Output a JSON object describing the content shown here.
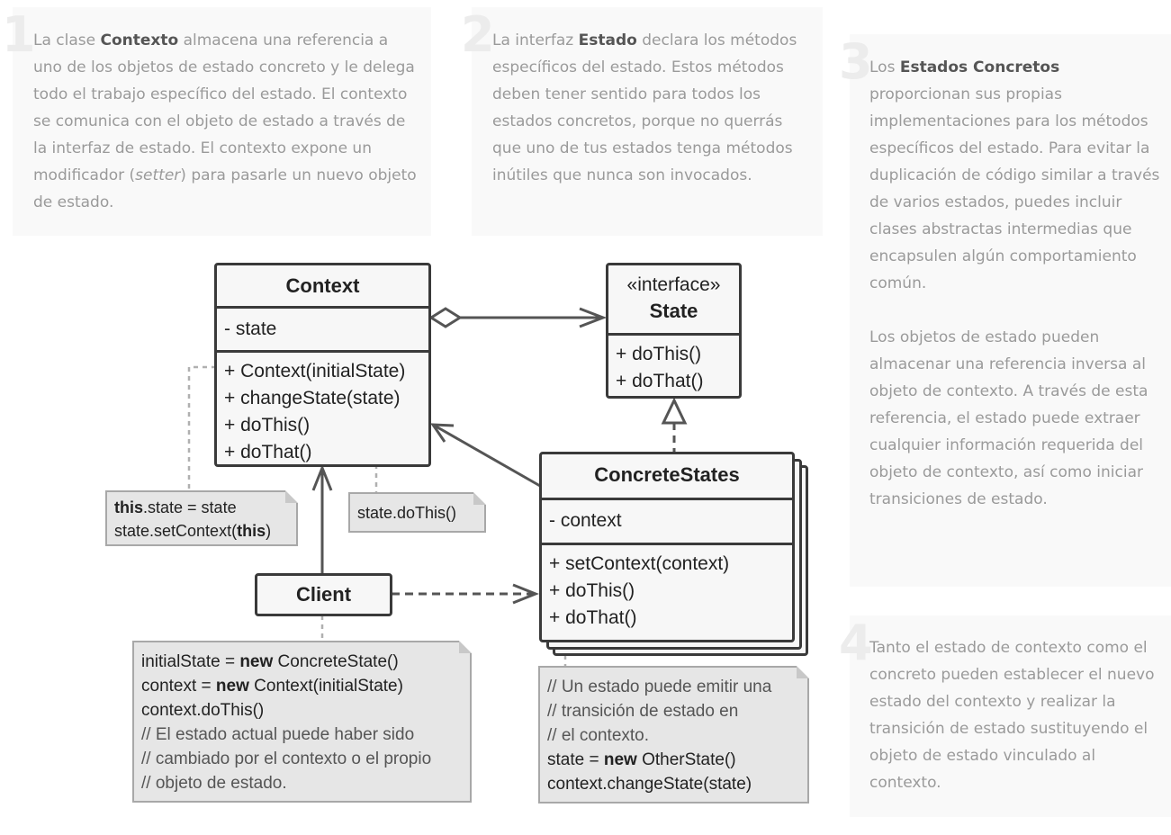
{
  "notes": {
    "n1": {
      "number": "1",
      "segments": [
        {
          "t": "La clase ",
          "s": "n"
        },
        {
          "t": "Contexto",
          "s": "b"
        },
        {
          "t": " almacena una referencia a uno de los objetos de estado concreto y le delega todo el trabajo específico del estado. El contexto se comunica con el objeto de estado a través de la interfaz de estado. El contexto expone un modificador (",
          "s": "n"
        },
        {
          "t": "setter",
          "s": "i"
        },
        {
          "t": ") para pasarle un nuevo objeto de estado.",
          "s": "n"
        }
      ]
    },
    "n2": {
      "number": "2",
      "segments": [
        {
          "t": "La interfaz ",
          "s": "n"
        },
        {
          "t": "Estado",
          "s": "b"
        },
        {
          "t": " declara los métodos específicos del estado. Estos métodos deben tener sentido para todos los estados concretos, porque no querrás que uno de tus estados tenga métodos inútiles que nunca son invocados.",
          "s": "n"
        }
      ]
    },
    "n3": {
      "number": "3",
      "segments": [
        {
          "t": "Los ",
          "s": "n"
        },
        {
          "t": "Estados Concretos",
          "s": "b"
        },
        {
          "t": " proporcionan sus propias implementaciones para los métodos específicos del estado. Para evitar la duplicación de código similar a través de varios estados, puedes incluir clases abstractas intermedias que encapsulen algún comportamiento común.",
          "s": "n"
        }
      ],
      "paragraph2": "Los objetos de estado pueden almacenar una referencia inversa al objeto de contexto. A través de esta referencia, el estado puede extraer cualquier información requerida del objeto de contexto, así como iniciar transiciones de estado."
    },
    "n4": {
      "number": "4",
      "text": "Tanto el estado de contexto como el concreto pueden establecer el nuevo estado del contexto y realizar la transición de estado sustituyendo el objeto de estado vinculado al contexto."
    }
  },
  "classes": {
    "context": {
      "name": "Context",
      "fields": [
        "- state"
      ],
      "methods": [
        "+ Context(initialState)",
        "+ changeState(state)",
        "+ doThis()",
        "+ doThat()"
      ]
    },
    "state": {
      "stereotype": "«interface»",
      "name": "State",
      "methods": [
        "+ doThis()",
        "+ doThat()"
      ]
    },
    "concrete": {
      "name": "ConcreteStates",
      "fields": [
        "- context"
      ],
      "methods": [
        "+ setContext(context)",
        "+ doThis()",
        "+ doThat()"
      ]
    },
    "client": {
      "name": "Client"
    }
  },
  "code_notes": {
    "constructor_note": [
      [
        {
          "t": "this",
          "b": true
        },
        {
          "t": ".state = state",
          "b": false
        }
      ],
      [
        {
          "t": "state.setContext(",
          "b": false
        },
        {
          "t": "this",
          "b": true
        },
        {
          "t": ")",
          "b": false
        }
      ]
    ],
    "dothis_note": [
      [
        {
          "t": "state.doThis()",
          "b": false
        }
      ]
    ],
    "client_note": [
      [
        {
          "t": "initialState = ",
          "b": false
        },
        {
          "t": "new",
          "b": true
        },
        {
          "t": " ConcreteState()",
          "b": false
        }
      ],
      [
        {
          "t": "context = ",
          "b": false
        },
        {
          "t": "new",
          "b": true
        },
        {
          "t": " Context(initialState)",
          "b": false
        }
      ],
      [
        {
          "t": "context.doThis()",
          "b": false
        }
      ],
      [
        {
          "t": "// El estado actual puede haber sido",
          "c": true
        }
      ],
      [
        {
          "t": "// cambiado por el contexto o el propio",
          "c": true
        }
      ],
      [
        {
          "t": "// objeto de estado.",
          "c": true
        }
      ]
    ],
    "state_note": [
      [
        {
          "t": "// Un estado puede emitir una",
          "c": true
        }
      ],
      [
        {
          "t": "// transición de estado en",
          "c": true
        }
      ],
      [
        {
          "t": "// el contexto.",
          "c": true
        }
      ],
      [
        {
          "t": "state = ",
          "b": false
        },
        {
          "t": "new",
          "b": true
        },
        {
          "t": " OtherState()",
          "b": false
        }
      ],
      [
        {
          "t": "context.changeState(state)",
          "b": false
        }
      ]
    ]
  }
}
